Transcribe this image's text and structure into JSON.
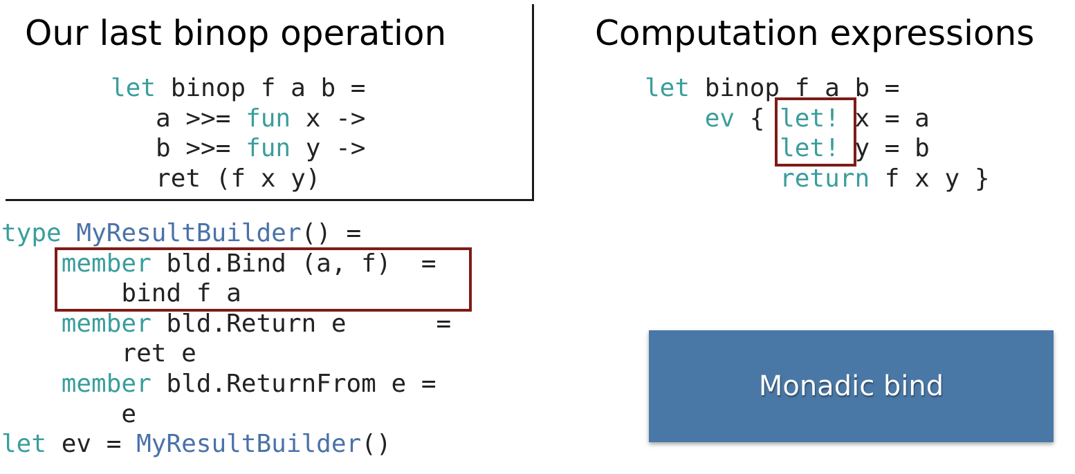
{
  "titles": {
    "left": "Our last binop operation",
    "right": "Computation expressions"
  },
  "callout": {
    "text": "Monadic bind"
  },
  "code_top_left": {
    "l1_kw": "let",
    "l1_rest": " binop f a b =",
    "l2_a": "   a >>= ",
    "l2_kw": "fun",
    "l2_b": " x ->",
    "l3_a": "   b >>= ",
    "l3_kw": "fun",
    "l3_b": " y ->",
    "l4": "   ret (f x y)"
  },
  "code_top_right": {
    "l1_kw": "let",
    "l1_rest": " binop f a b =",
    "l2_ind": "    ",
    "l2_kw1": "ev",
    "l2_mid": " { ",
    "l2_kw2": "let!",
    "l2_rest": " x = a",
    "l3_ind": "         ",
    "l3_kw": "let!",
    "l3_rest": " y = b",
    "l4_ind": "         ",
    "l4_kw": "return",
    "l4_rest": " f x y }"
  },
  "code_bottom": {
    "l1_kw": "type",
    "l1_sp": " ",
    "l1_ty": "MyResultBuilder",
    "l1_rest": "() =",
    "l2_ind": "    ",
    "l2_kw": "member",
    "l2_rest": " bld.Bind (a, f)  =",
    "l3": "        bind f a",
    "l4_ind": "    ",
    "l4_kw": "member",
    "l4_rest": " bld.Return e      =",
    "l5": "        ret e",
    "l6_ind": "    ",
    "l6_kw": "member",
    "l6_rest": " bld.ReturnFrom e =",
    "l7": "        e",
    "l8_kw": "let",
    "l8_mid": " ev = ",
    "l8_ty": "MyResultBuilder",
    "l8_rest": "()"
  },
  "colors": {
    "keyword": "#3a9e9c",
    "type": "#4a72a8",
    "highlight_box": "#7d1c16",
    "callout_bg": "#4a78a6"
  }
}
